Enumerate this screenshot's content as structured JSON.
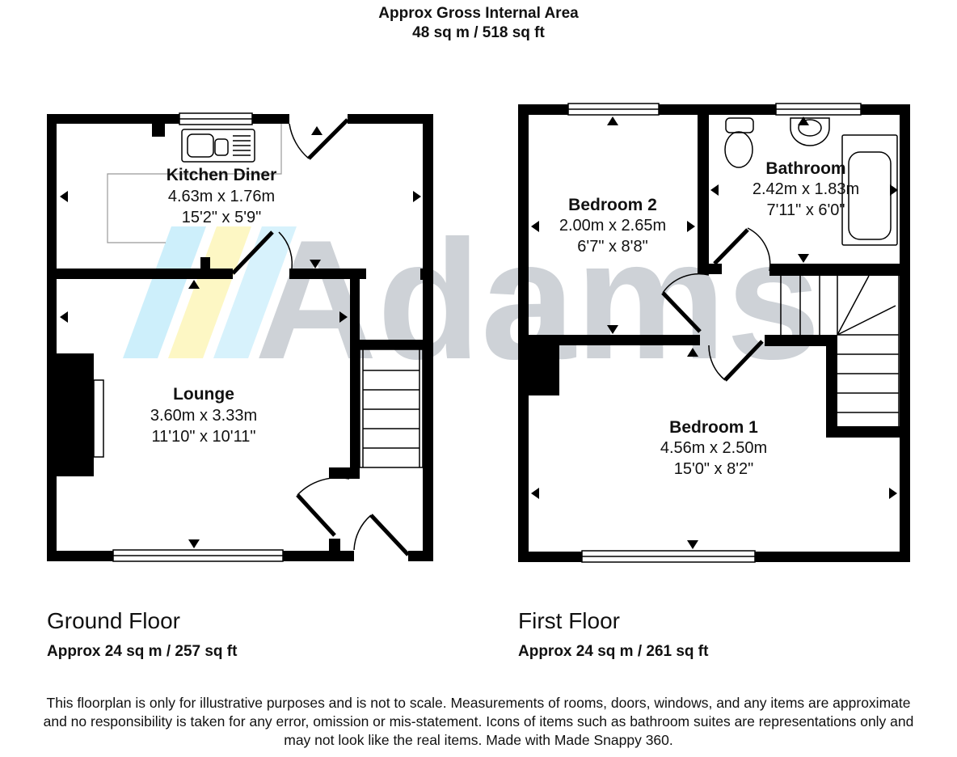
{
  "header": {
    "line1": "Approx Gross Internal Area",
    "line2": "48 sq m / 518 sq ft"
  },
  "brand": {
    "watermark": "Adams",
    "colors": {
      "blue": "#cdeffb",
      "yellow": "#fdf7c4",
      "grey": "#c9ced3"
    }
  },
  "floors": {
    "ground": {
      "title": "Ground Floor",
      "area": "Approx 24 sq m / 257 sq ft",
      "rooms": {
        "kitchen": {
          "name": "Kitchen Diner",
          "metric": "4.63m x 1.76m",
          "imperial": "15'2\" x 5'9\""
        },
        "lounge": {
          "name": "Lounge",
          "metric": "3.60m x 3.33m",
          "imperial": "11'10\" x 10'11\""
        }
      }
    },
    "first": {
      "title": "First Floor",
      "area": "Approx 24 sq m / 261 sq ft",
      "rooms": {
        "bedroom2": {
          "name": "Bedroom 2",
          "metric": "2.00m x 2.65m",
          "imperial": "6'7\" x 8'8\""
        },
        "bathroom": {
          "name": "Bathroom",
          "metric": "2.42m x 1.83m",
          "imperial": "7'11\" x 6'0\""
        },
        "bedroom1": {
          "name": "Bedroom 1",
          "metric": "4.56m x 2.50m",
          "imperial": "15'0\" x 8'2\""
        }
      }
    }
  },
  "disclaimer": {
    "line1": "This floorplan is only for illustrative purposes and is not to scale. Measurements of rooms, doors, windows, and any items are approximate",
    "line2": "and no responsibility is taken for any error, omission or mis-statement. Icons of items such as bathroom suites are representations only and",
    "line3": "may not look like the real items. Made with Made Snappy 360."
  }
}
